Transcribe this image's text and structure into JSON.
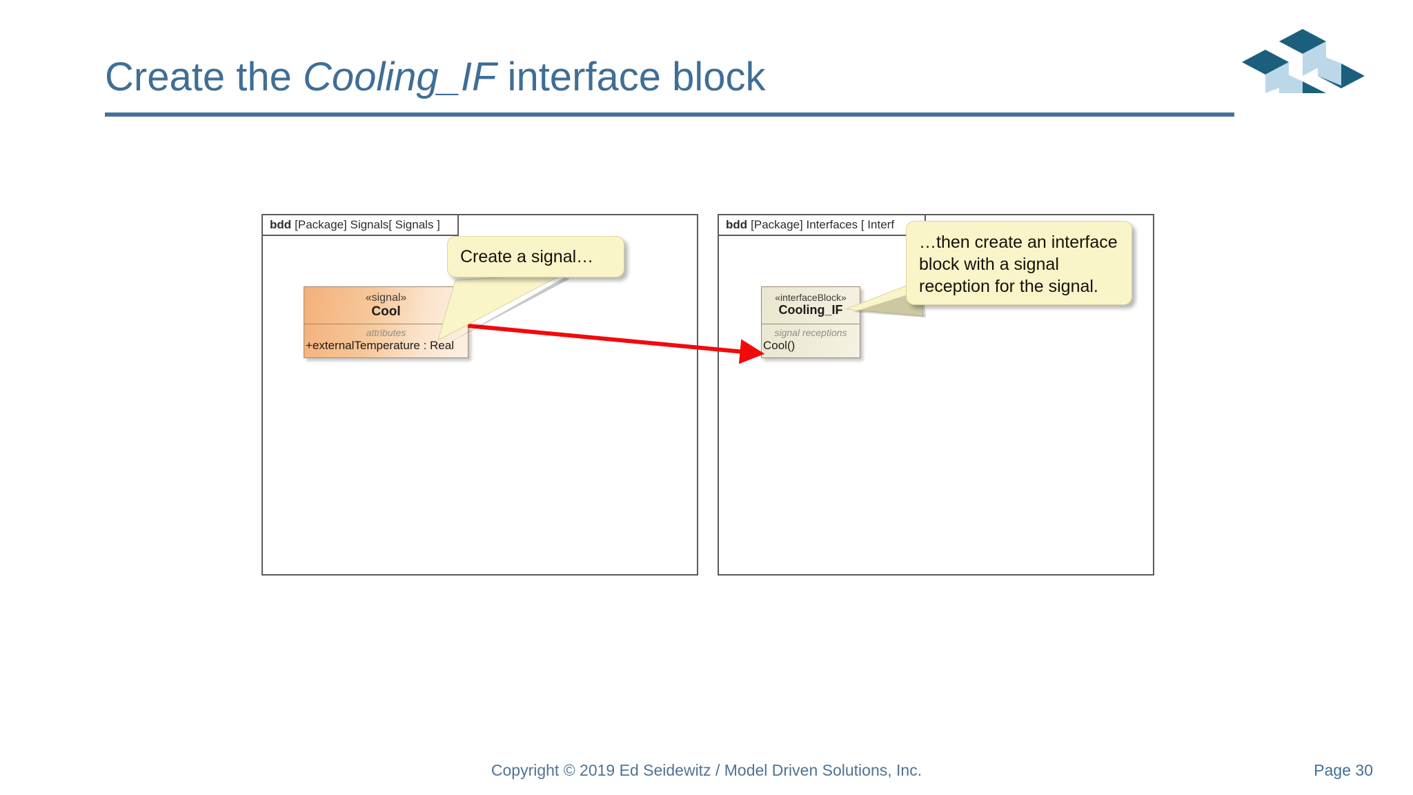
{
  "slide": {
    "title_prefix": "Create the ",
    "title_emphasis": "Cooling_IF",
    "title_suffix": " interface block",
    "accent_color": "#44719b",
    "title_color": "#3f6e96"
  },
  "logo": {
    "name": "model-driven-solutions-logo",
    "dark_color": "#166481",
    "light_color": "#bcd8e8"
  },
  "diagrams": {
    "left": {
      "frame_label_keyword": "bdd",
      "frame_label_rest": "[Package] Signals[ Signals ]",
      "element": {
        "stereotype": "«signal»",
        "name": "Cool",
        "compartment_label": "attributes",
        "features": [
          "+externalTemperature : Real"
        ],
        "fill_start": "#f4b07a",
        "fill_end": "#fdf0e2"
      }
    },
    "right": {
      "frame_label_keyword": "bdd",
      "frame_label_rest": "[Package] Interfaces [ Interf",
      "element": {
        "stereotype": "«interfaceBlock»",
        "name": "Cooling_IF",
        "compartment_label": "signal receptions",
        "features": [
          "Cool()"
        ],
        "fill_start": "#e9e6d1",
        "fill_end": "#f5f2e2"
      }
    }
  },
  "connector": {
    "name": "signal-reception-arrow",
    "color": "#f20a0a"
  },
  "callouts": {
    "left": {
      "text": "Create a signal…",
      "fill": "#f9f5c8"
    },
    "right": {
      "line1": "…then create an interface",
      "line2": "block with a signal",
      "line3": "reception for the signal.",
      "fill": "#f9f5c8"
    }
  },
  "footer": {
    "copyright": "Copyright © 2019 Ed Seidewitz / Model Driven Solutions, Inc.",
    "page": "Page 30"
  }
}
